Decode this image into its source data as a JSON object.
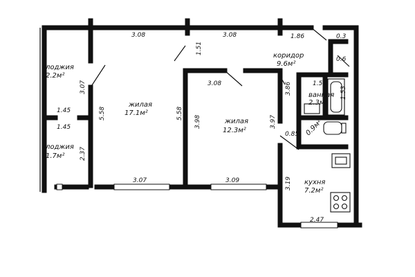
{
  "rooms": {
    "loggia_top": {
      "name": "лоджия",
      "area": "2.2м²"
    },
    "loggia_bottom": {
      "name": "лоджия",
      "area": "1.7м²"
    },
    "living_left": {
      "name": "жилая",
      "area": "17.1м²"
    },
    "living_right": {
      "name": "жилая",
      "area": "12.3м²"
    },
    "corridor": {
      "name": "коридор",
      "area": "9.6м²"
    },
    "bathroom": {
      "name": "ванная",
      "area": "2.3м²"
    },
    "wc": {
      "area": "0.9м²"
    },
    "kitchen": {
      "name": "кухня",
      "area": "7.2м²"
    }
  },
  "dimensions": {
    "top_left": "3.08",
    "top_mid": "3.08",
    "top_right": "1.86",
    "closet_w": "0.3",
    "closet_h": "0.6",
    "wall_151": "1.51",
    "living_left_w": "5.58",
    "living_left_h": "5.58",
    "living_right_top": "3.08",
    "living_right_h": "3.98",
    "living_right_side": "3.97",
    "corridor_h": "3.86",
    "bath_w": "1.51",
    "bath_h": "1.53",
    "door_085": "0.85",
    "loggia_top_h": "3.07",
    "loggia_w1": "1.45",
    "loggia_w2": "1.45",
    "loggia_bottom_h": "2.37",
    "bottom_left": "3.07",
    "bottom_mid": "3.09",
    "kitchen_h": "3.19",
    "kitchen_w": "2.47"
  }
}
